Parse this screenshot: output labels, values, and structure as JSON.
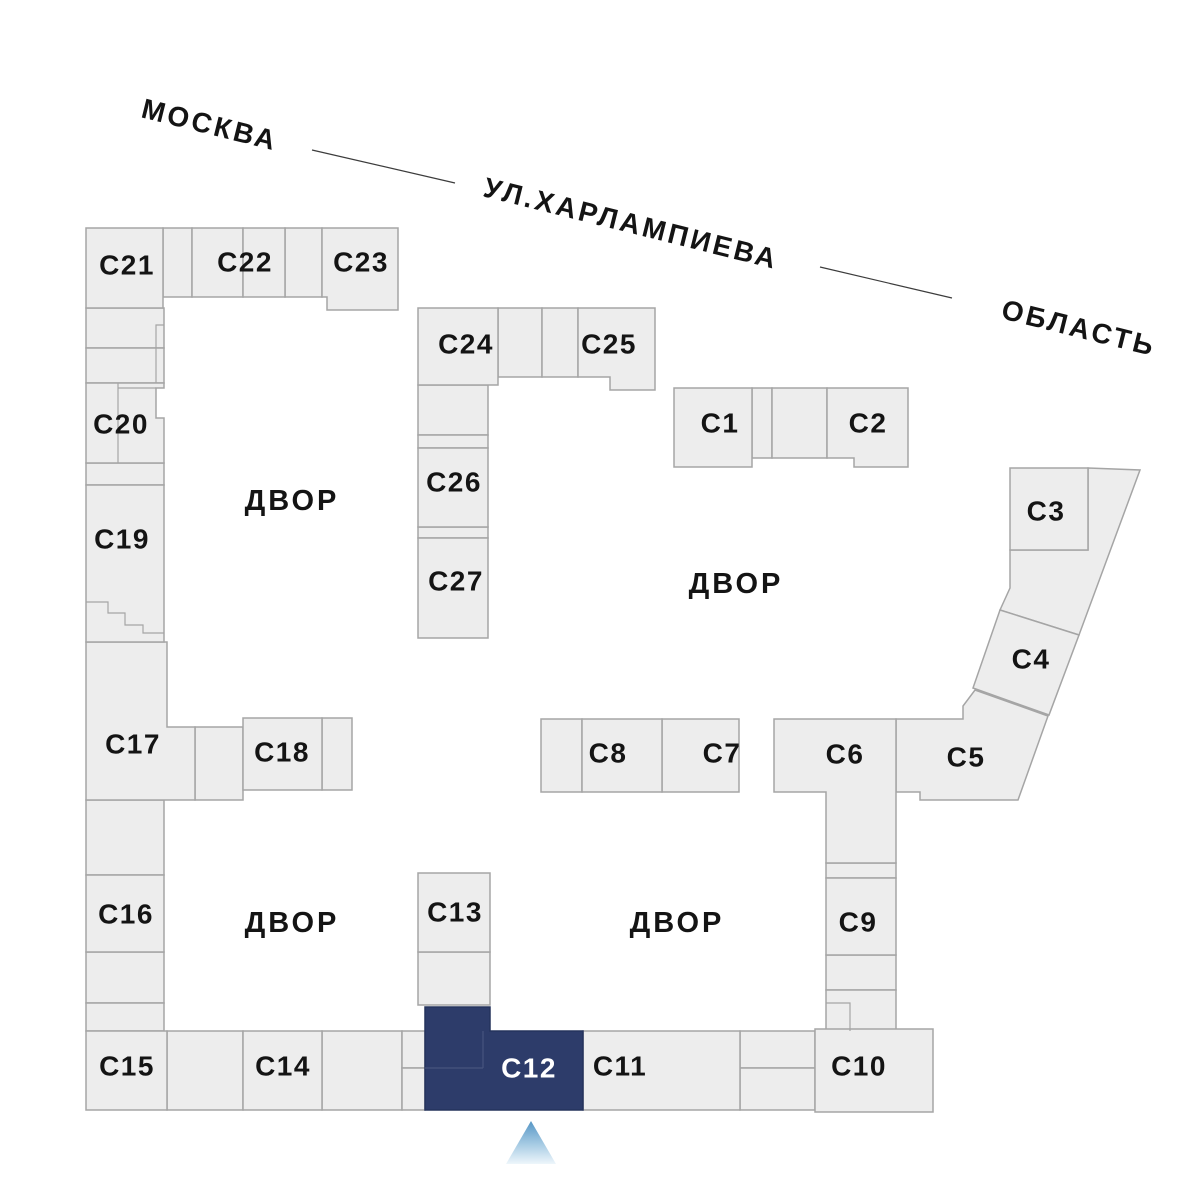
{
  "street": {
    "left_label": "МОСКВА",
    "name": "УЛ.ХАРЛАМПИЕВА",
    "right_label": "ОБЛАСТЬ"
  },
  "courtyards": [
    {
      "label": "ДВОР"
    },
    {
      "label": "ДВОР"
    },
    {
      "label": "ДВОР"
    },
    {
      "label": "ДВОР"
    }
  ],
  "buildings": [
    {
      "id": "С1",
      "label": "С1",
      "selected": false
    },
    {
      "id": "С2",
      "label": "С2",
      "selected": false
    },
    {
      "id": "С3",
      "label": "С3",
      "selected": false
    },
    {
      "id": "С4",
      "label": "С4",
      "selected": false
    },
    {
      "id": "С5",
      "label": "С5",
      "selected": false
    },
    {
      "id": "С6",
      "label": "С6",
      "selected": false
    },
    {
      "id": "С7",
      "label": "С7",
      "selected": false
    },
    {
      "id": "С8",
      "label": "С8",
      "selected": false
    },
    {
      "id": "С9",
      "label": "С9",
      "selected": false
    },
    {
      "id": "С10",
      "label": "С10",
      "selected": false
    },
    {
      "id": "С11",
      "label": "С11",
      "selected": false
    },
    {
      "id": "С12",
      "label": "С12",
      "selected": true
    },
    {
      "id": "С13",
      "label": "С13",
      "selected": false
    },
    {
      "id": "С14",
      "label": "С14",
      "selected": false
    },
    {
      "id": "С15",
      "label": "С15",
      "selected": false
    },
    {
      "id": "С16",
      "label": "С16",
      "selected": false
    },
    {
      "id": "С17",
      "label": "С17",
      "selected": false
    },
    {
      "id": "С18",
      "label": "С18",
      "selected": false
    },
    {
      "id": "С19",
      "label": "С19",
      "selected": false
    },
    {
      "id": "С20",
      "label": "С20",
      "selected": false
    },
    {
      "id": "С21",
      "label": "С21",
      "selected": false
    },
    {
      "id": "С22",
      "label": "С22",
      "selected": false
    },
    {
      "id": "С23",
      "label": "С23",
      "selected": false
    },
    {
      "id": "С24",
      "label": "С24",
      "selected": false
    },
    {
      "id": "С25",
      "label": "С25",
      "selected": false
    },
    {
      "id": "С26",
      "label": "С26",
      "selected": false
    },
    {
      "id": "С27",
      "label": "С27",
      "selected": false
    }
  ],
  "colors": {
    "background": "#ffffff",
    "building_fill": "#ededed",
    "building_border": "#a5a5a5",
    "selected_fill": "#2d3c6a",
    "selected_label": "#ffffff",
    "label_text": "#141414",
    "pointer_top": "#5696c5",
    "pointer_bottom": "#eef6fb"
  }
}
